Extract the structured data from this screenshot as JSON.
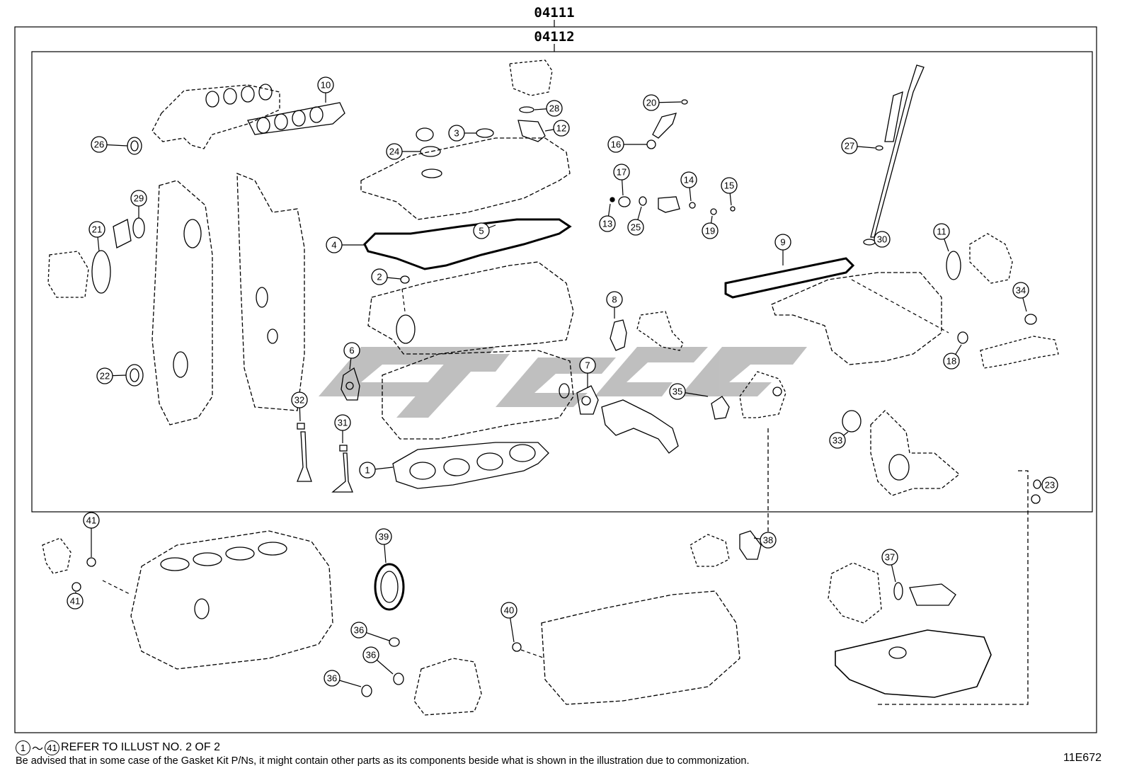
{
  "diagram": {
    "outer_kit_code": "04111",
    "inner_kit_code": "04112",
    "watermark_color": "#b9b9b9",
    "line_color": "#000000",
    "callouts": [
      "10",
      "26",
      "28",
      "12",
      "3",
      "24",
      "20",
      "16",
      "27",
      "29",
      "21",
      "17",
      "14",
      "15",
      "13",
      "25",
      "19",
      "4",
      "5",
      "30",
      "9",
      "11",
      "2",
      "34",
      "8",
      "18",
      "6",
      "7",
      "35",
      "22",
      "32",
      "31",
      "33",
      "1",
      "23",
      "41",
      "39",
      "38",
      "37",
      "40",
      "36"
    ]
  },
  "footer": {
    "range_start": "1",
    "range_end": "41",
    "tilde": "～",
    "note_line1": "REFER TO ILLUST NO. 2 OF 2",
    "note_line2": "Be advised that in some case of the Gasket Kit P/Ns,  it might contain other parts as its components beside what is shown in the illustration due to commonization.",
    "illustration_ref": "11E672"
  }
}
